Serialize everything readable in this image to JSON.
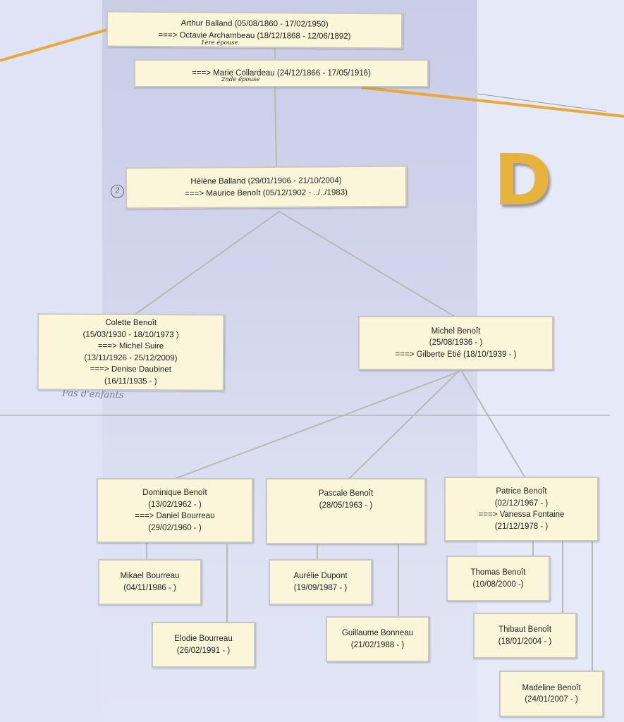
{
  "brand_color": "#e8b33c",
  "box_color": "#fbf6d9",
  "section_letter": "D",
  "handwritten_note": "Pas d'enfants",
  "handwritten_mark": "2",
  "people": {
    "arthur": {
      "line1": "Arthur Balland (05/08/1860 - 17/02/1950)",
      "line2": "===> Octavie Archambeau (18/12/1868 - 12/06/1892)",
      "note": "1ère épouse"
    },
    "marie": {
      "line1": "===> Marie Collardeau (24/12/1866 - 17/05/1916)",
      "note": "2nde épouse"
    },
    "helene": {
      "line1": "Hélène Balland (29/01/1906 - 21/10/2004)",
      "line2": "===> Maurice Benoît (05/12/1902 - ../../1983)"
    },
    "colette": {
      "line1": "Colette Benoît",
      "line2": "(15/03/1930 - 18/10/1973 )",
      "line3": "===> Michel Suire",
      "line4": "(13/11/1926 - 25/12/2009)",
      "line5": "===> Denise Daubinet",
      "line6": "(16/11/1935 - )"
    },
    "michel": {
      "line1": "Michel Benoît",
      "line2": "(25/08/1936 - )",
      "line3": "===> Gilberte Etié (18/10/1939 - )"
    },
    "dominique": {
      "line1": "Dominique Benoît",
      "line2": "(13/02/1962 - )",
      "line3": "===> Daniel Bourreau",
      "line4": "(29/02/1960 - )"
    },
    "pascale": {
      "line1": "Pascale Benoît",
      "line2": "(28/05/1963 - )"
    },
    "patrice": {
      "line1": "Patrice Benoît",
      "line2": "(02/12/1967 - )",
      "line3": "===> Vanessa Fontaine",
      "line4": "(21/12/1978 - )"
    },
    "mikael": {
      "line1": "Mikael Bourreau",
      "line2": "(04/11/1986 - )"
    },
    "elodie": {
      "line1": "Elodie Bourreau",
      "line2": "(26/02/1991 - )"
    },
    "aurelie": {
      "line1": "Aurélie Dupont",
      "line2": "(19/09/1987 - )"
    },
    "guillaume": {
      "line1": "Guillaume Bonneau",
      "line2": "(21/02/1988 - )"
    },
    "thomas": {
      "line1": "Thomas Benoît",
      "line2": "(10/08/2000 -)"
    },
    "thibaut": {
      "line1": "Thibaut Benoît",
      "line2": "(18/01/2004 - )"
    },
    "madeline": {
      "line1": "Madeline Benoît",
      "line2": "(24/01/2007 - )"
    }
  }
}
